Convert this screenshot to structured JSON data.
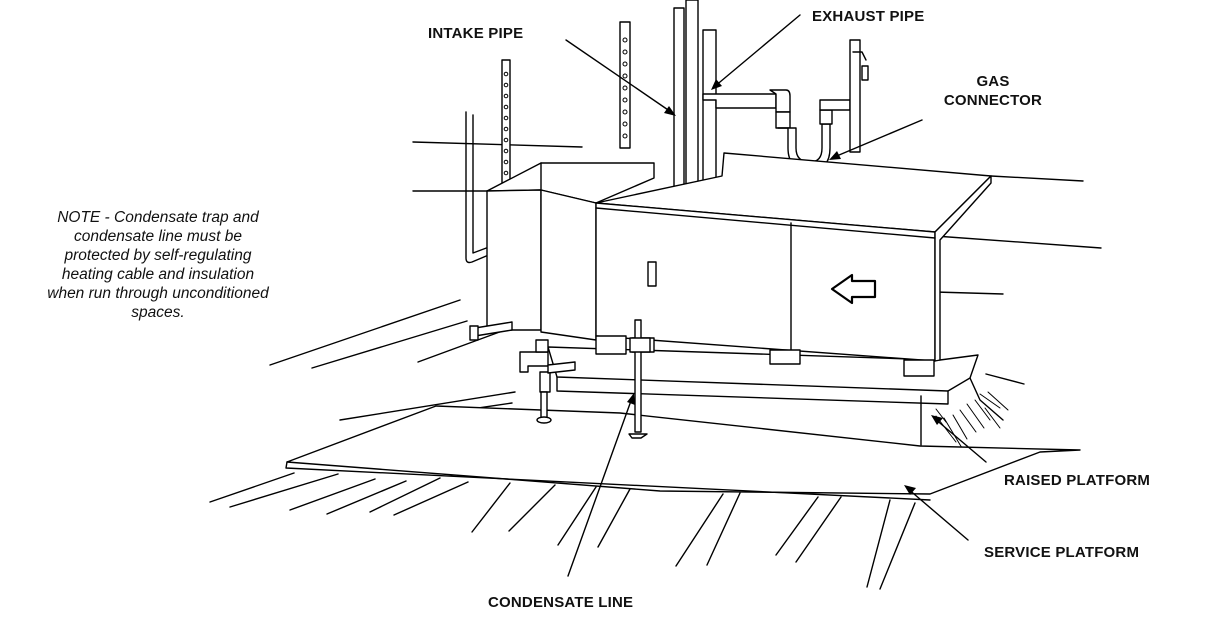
{
  "labels": {
    "intake_pipe": "INTAKE PIPE",
    "exhaust_pipe": "EXHAUST PIPE",
    "gas_connector_line1": "GAS",
    "gas_connector_line2": "CONNECTOR",
    "raised_platform": "RAISED PLATFORM",
    "service_platform": "SERVICE PLATFORM",
    "condensate_line": "CONDENSATE LINE"
  },
  "note": {
    "line1": "NOTE - Condensate trap and",
    "line2": "condensate line must be",
    "line3": "protected by self-regulating",
    "line4": "heating cable and insulation",
    "line5": "when run through unconditioned",
    "line6": "spaces."
  },
  "colors": {
    "ink": "#000000",
    "background": "#ffffff"
  },
  "icons": {
    "airflow_arrow": "arrow-left-outline"
  }
}
